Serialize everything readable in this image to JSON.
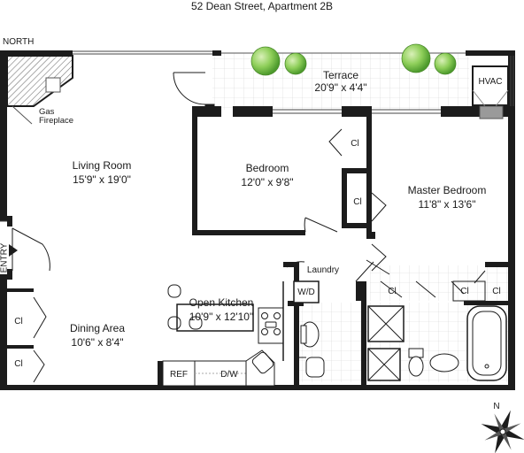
{
  "header": {
    "title": "52 Dean Street, Apartment 2B"
  },
  "orientation": {
    "north_label": "NORTH",
    "compass_letter": "N"
  },
  "rooms": {
    "terrace": {
      "name": "Terrace",
      "size": "20'9\" x 4'4\""
    },
    "living_room": {
      "name": "Living Room",
      "size": "15'9\" x 19'0\""
    },
    "bedroom": {
      "name": "Bedroom",
      "size": "12'0\" x 9'8\""
    },
    "master_bedroom": {
      "name": "Master Bedroom",
      "size": "11'8\" x 13'6\""
    },
    "open_kitchen": {
      "name": "Open Kitchen",
      "size": "10'9\" x 12'10\""
    },
    "dining_area": {
      "name": "Dining Area",
      "size": "10'6\" x 8'4\""
    }
  },
  "fixtures": {
    "hvac": "HVAC",
    "gas_fireplace_line1": "Gas",
    "gas_fireplace_line2": "Fireplace",
    "entry": "ENTRY",
    "laundry": "Laundry",
    "washer_dryer": "W/D",
    "refrigerator": "REF",
    "dishwasher": "D/W",
    "closet": "Cl"
  }
}
